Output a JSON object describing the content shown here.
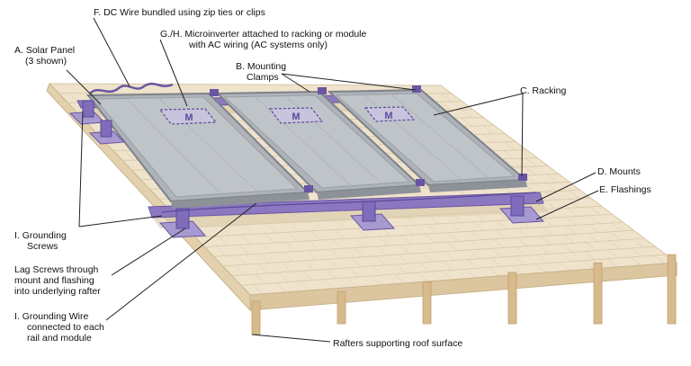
{
  "labels": {
    "a": {
      "line1": "A. Solar Panel",
      "line2": "(3 shown)"
    },
    "f": {
      "line1": "F. DC Wire bundled using zip ties or clips"
    },
    "gh": {
      "line1": "G./H. Microinverter attached to racking or module",
      "line2": "with AC wiring (AC systems only)"
    },
    "b": {
      "line1": "B. Mounting",
      "line2": "Clamps"
    },
    "c": {
      "line1": "C. Racking"
    },
    "d": {
      "line1": "D. Mounts"
    },
    "e": {
      "line1": "E. Flashings"
    },
    "i_screws": {
      "line1": "I.  Grounding",
      "line2": "Screws"
    },
    "lag": {
      "line1": "Lag Screws through",
      "line2": "mount and flashing",
      "line3": "into underlying rafter"
    },
    "i_wire": {
      "line1": "I.  Grounding Wire",
      "line2": "connected to each",
      "line3": "rail and module"
    },
    "rafters": {
      "line1": "Rafters supporting roof surface"
    }
  },
  "module_badge": "M",
  "colors": {
    "roof_top": "#efe3cc",
    "roof_edge": "#dcc6a0",
    "shingle_line": "#cdb993",
    "rafter": "#d8bb8c",
    "panel_glass": "#b9bec3",
    "panel_frame": "#8a8f96",
    "racking": "#8c78c0",
    "racking_dark": "#6a55a4",
    "leader": "#222222"
  }
}
